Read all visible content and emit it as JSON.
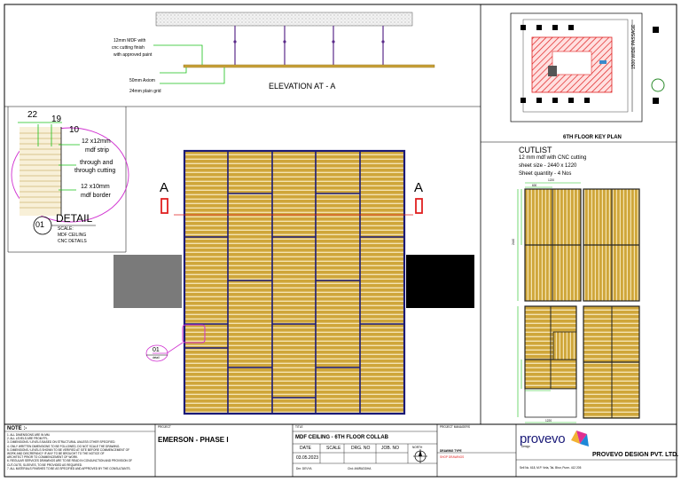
{
  "elevation": {
    "title": "ELEVATION AT - A",
    "label_mdf": "12mm MDF with",
    "label_cnc": "cnc cutting finish",
    "label_paint": "with approved paint",
    "label_axiom": "50mm Axiom",
    "label_grid": "24mm plain grid"
  },
  "detail": {
    "dim_22": "22",
    "dim_19": "19",
    "dim_10": "10",
    "note_strip_1": "12 x12mm",
    "note_strip_2": "mdf strip",
    "note_cut_1": "through and",
    "note_cut_2": "through cutting",
    "note_border_1": "12 x10mm",
    "note_border_2": "mdf border",
    "number": "01",
    "title": "DETAIL",
    "scale_label": "SCALE:",
    "sub_1": "MDF CEILING",
    "sub_2": "CNC DETAILS"
  },
  "plan": {
    "section_left": "A",
    "section_right": "A",
    "callout_number": "01",
    "callout_sub": "detail"
  },
  "key_plan": {
    "title": "6TH FLOOR KEY PLAN",
    "passage": "1500 WIDE PASSAGE"
  },
  "cutlist": {
    "title": "CUTLIST",
    "line_1": "12 mm mdf with CNC cutting",
    "line_2": "sheet size - 2440 x 1220",
    "line_3": "Sheet quantity - 4 Nos",
    "dim_width": "1220",
    "dim_height": "2440",
    "dim_small": "600"
  },
  "title_block": {
    "note_label": "NOTE :-",
    "notes": [
      "1. ALL DIMENSIONS ARE IN MM.",
      "2. ALL LEVELS ARE FROM FFL.",
      "3. DIMENSIONS / LEVELS BASED ON STRUCTURAL UNLESS OTHER SPECIFIED.",
      "4. ONLY WRITTEN DIMENSIONS TO BE FOLLOWED, DO NOT SCALE THE DRAWING.",
      "5. DIMENSIONS / LEVELS SHOWN TO BE VERIFIED AT SITE BEFORE COMMENCEMENT OF",
      "   WORK AND DISCREPANCY IF ANY TO BE BROUGHT TO THE NOTICE OF",
      "   ARCHITECT PRIOR TO COMMENCEMENT OF WORK.",
      "6. REGULAR SERVICES DRAWINGS ARE TO BE READ IN CONJUNCTION AND PROVISION OF",
      "   CUT-OUTS, SLEEVES, TO BE PROVIDED AS REQUIRED.",
      "7. ALL MATERIALS FINISHES TO BE AS SPECIFIED AND APPROVED BY THE CONSULTANTS."
    ],
    "project_label": "PROJECT",
    "project_name": "EMERSON - PHASE I",
    "title_label": "TITLE",
    "title_value": "MDF CEILING - 6TH FLOOR COLLAB",
    "date_label": "DATE",
    "date_value": "03.05.2023",
    "scale_label": "SCALE",
    "drg_label": "DRG. NO",
    "job_label": "JOB. NO",
    "north_label": "NORTH",
    "drawn_label": "Drn: DEVYA",
    "checked_label": "Chd: ANIRUDDHA",
    "managers_label": "PROJECT MANAGERS",
    "drawing_type_label": "DRAWING TYPE",
    "drawing_type_value": "SHOP DRAWINGS",
    "company": "PROVEVO DESIGN PVT. LTD.",
    "address": "Sell No. 618, M.P. Vela, Tal- Bhor, Pune- 412 205",
    "logo_text": "provevo",
    "logo_sub": "Design"
  },
  "colors": {
    "wood": "#c9a23a",
    "wood_dark": "#a88520",
    "navy": "#1a1a78",
    "green": "#19c019",
    "magenta": "#c020c0",
    "red": "#e02020",
    "gray_block": "#7a7a7a"
  }
}
